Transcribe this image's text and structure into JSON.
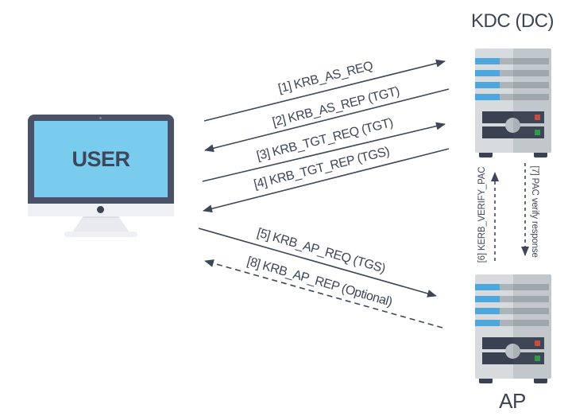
{
  "nodes": {
    "user": {
      "label": "USER"
    },
    "kdc": {
      "label": "KDC (DC)"
    },
    "ap": {
      "label": "AP"
    }
  },
  "messages": [
    {
      "num": "1",
      "label": "[1] KRB_AS_REQ",
      "from": "user",
      "to": "kdc",
      "style": "solid"
    },
    {
      "num": "2",
      "label": "[2] KRB_AS_REP (TGT)",
      "from": "kdc",
      "to": "user",
      "style": "solid"
    },
    {
      "num": "3",
      "label": "[3] KRB_TGT_REQ (TGT)",
      "from": "user",
      "to": "kdc",
      "style": "solid"
    },
    {
      "num": "4",
      "label": "[4] KRB_TGT_REP (TGS)",
      "from": "kdc",
      "to": "user",
      "style": "solid"
    },
    {
      "num": "5",
      "label": "[5] KRB_AP_REQ (TGS)",
      "from": "user",
      "to": "ap",
      "style": "solid"
    },
    {
      "num": "6",
      "label": "[6] KERB_VERIFY_PAC",
      "from": "ap",
      "to": "kdc",
      "style": "dashed"
    },
    {
      "num": "7",
      "label": "[7] PAC verify response",
      "from": "kdc",
      "to": "ap",
      "style": "dashed"
    },
    {
      "num": "8",
      "label": "[8] KRB_AP_REP (Optional)",
      "from": "ap",
      "to": "user",
      "style": "dashed"
    }
  ],
  "colors": {
    "ink": "#3e4758",
    "screen_blue": "#79ccee",
    "server_blue": "#4ea7dc",
    "server_body": "#d7dbde",
    "panel_dark": "#3a4150",
    "led_red": "#dc4b3d",
    "led_green": "#28a745"
  }
}
